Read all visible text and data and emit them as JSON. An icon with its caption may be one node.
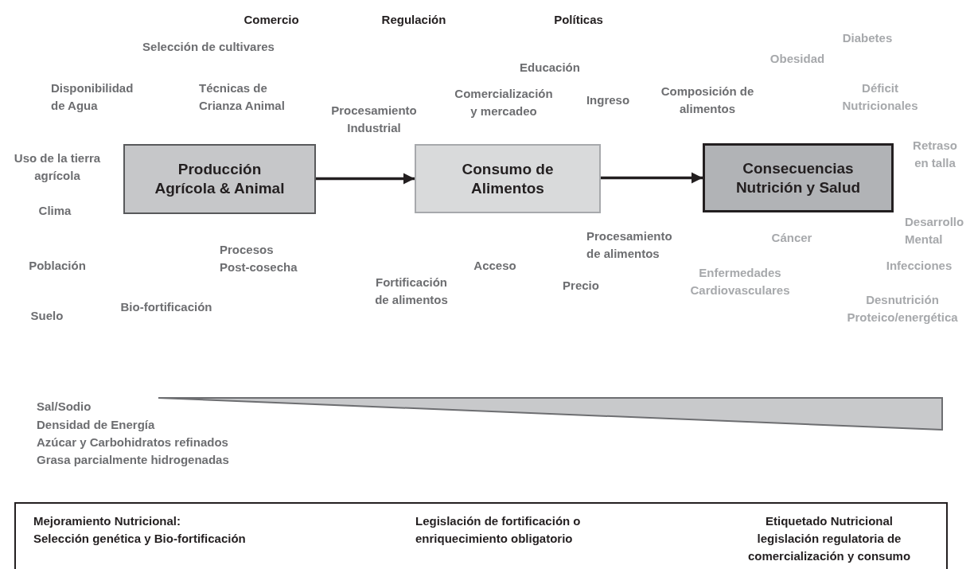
{
  "diagram": {
    "nodes": [
      {
        "text": [
          "Producción Agrícola & Animal"
        ]
      },
      {
        "text": [
          "Consumo de Alimentos"
        ]
      },
      {
        "text": [
          "Consecuencias Nutrición y Salud"
        ]
      },
      {
        "text": [
          "Mejoramiento Nutricional:",
          "Selección genética y Bio-fortificación",
          "Legislación de fortificación o enriquecimiento obligatorio",
          "Etiquetado Nutricional legislación regulatoria de comercialización y consumo"
        ]
      },
      {
        "text": [],
        "shape": "triangle"
      }
    ],
    "edges": [
      {
        "from": 0,
        "to": 1,
        "arrow": "to"
      },
      {
        "from": 1,
        "to": 2,
        "arrow": "to"
      }
    ],
    "labels": [
      "Comercio",
      "Regulación",
      "Políticas",
      "Selección de cultivares",
      "Disponibilidad de Agua",
      "Técnicas de Crianza Animal",
      "Procesamiento Industrial",
      "Comercialización y mercadeo",
      "Educación",
      "Ingreso",
      "Composición de alimentos",
      "Diabetes",
      "Obesidad",
      "Déficit Nutricionales",
      "Uso de la tierra agrícola",
      "Retraso en talla",
      "Clima",
      "Procesos Post-cosecha",
      "Procesamiento de alimentos",
      "Cáncer",
      "Desarrollo Mental",
      "Población",
      "Acceso",
      "Fortificación de alimentos",
      "Precio",
      "Enfermedades Cardiovasculares",
      "Infecciones",
      "Bio-fortificación",
      "Suelo",
      "Desnutrición Proteico/energética",
      "Sal/Sodio",
      "Densidad de Energía",
      "Azúcar y Carbohidratos refinados",
      "Grasa parcialmente hidrogenadas"
    ]
  }
}
